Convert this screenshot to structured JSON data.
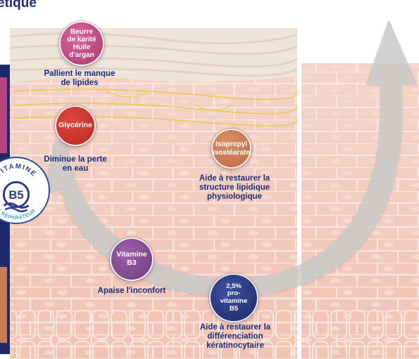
{
  "heading": "étique",
  "actives": [
    {
      "label": "Beurre\nde karité\nHuile\nd'argan",
      "caption": "Pallient le manque\nde lipides",
      "color": "#b8447d"
    },
    {
      "label": "Glycérine",
      "caption": "Diminue la perte\nen eau",
      "color": "#c8352f"
    },
    {
      "label": "Isopropyl\nisostéarate",
      "caption": "Aide à restaurer la\nstructure lipidique\nphysiologique",
      "color": "#c97a52"
    },
    {
      "label": "Vitamine\nB3",
      "caption": "Apaise l'inconfort",
      "color": "#824a8f"
    },
    {
      "label": "2,5%\npro-\nvitamine\nB5",
      "caption": "Aide à restaurer la\ndifférenciation\nkératinocytaire",
      "color": "#24337a"
    }
  ],
  "badge": {
    "top_text": "VITAMINE",
    "center_text": "B5",
    "bottom_text": "E RÉPARATEUR"
  },
  "colors": {
    "navy": "#1e2c7a",
    "skin": "#f2cabd",
    "arrow": "#c9c9c9",
    "lipid_line": "#e8c94a"
  }
}
